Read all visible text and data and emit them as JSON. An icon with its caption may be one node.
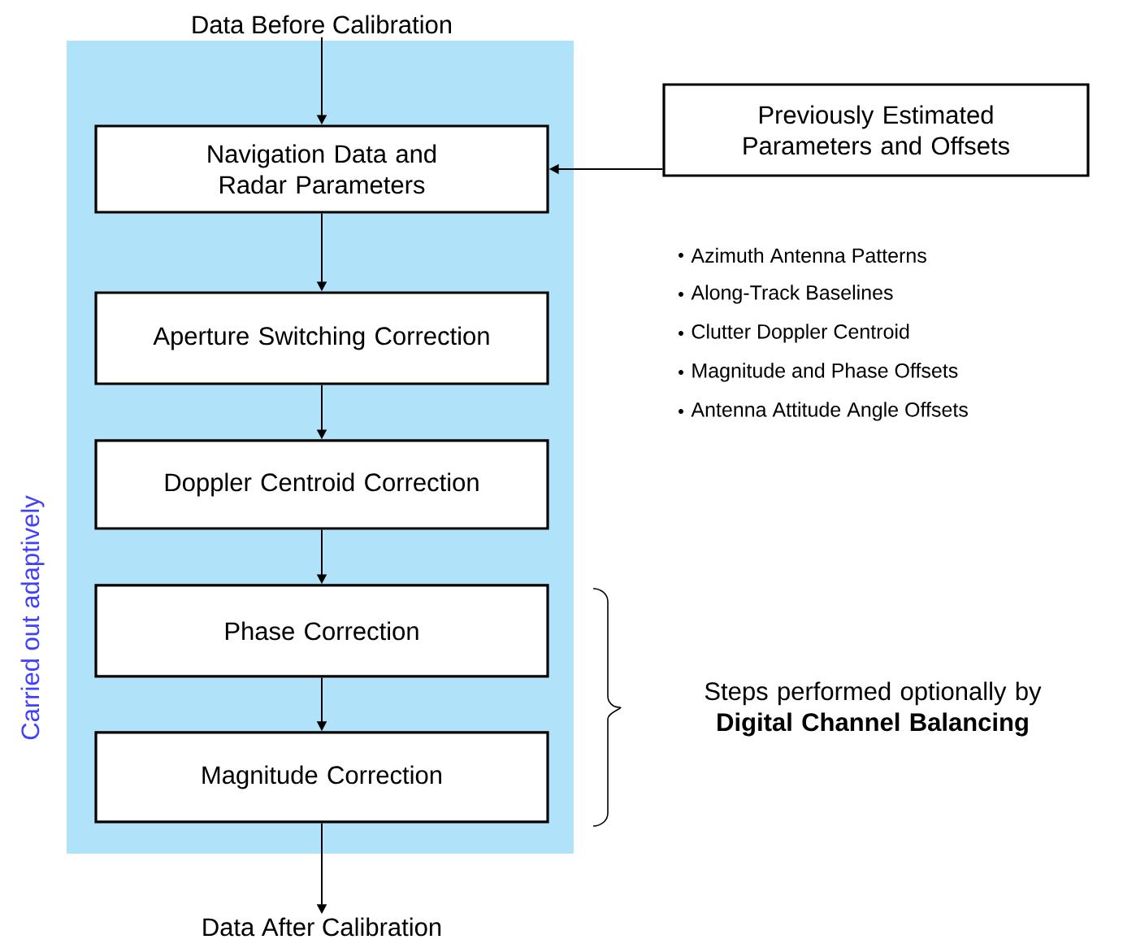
{
  "diagram": {
    "nodes": [
      {
        "text": [
          "Data Before Calibration"
        ]
      },
      {
        "text": [
          "Carried out adaptively"
        ]
      },
      {
        "text": [
          "Navigation Data and Radar Parameters"
        ],
        "in": 1
      },
      {
        "text": [
          "Aperture Switching Correction"
        ],
        "in": 1
      },
      {
        "text": [
          "Doppler Centroid Correction"
        ],
        "in": 1
      },
      {
        "text": [
          "Phase Correction"
        ],
        "in": 1
      },
      {
        "text": [
          "Magnitude Correction"
        ],
        "in": 1
      },
      {
        "text": [
          "Previously Estimated Parameters and Offsets"
        ],
        "beside": [
          "Azimuth Antenna Patterns",
          "Along-Track Baselines",
          "Clutter Doppler Centroid",
          "Magnitude and Phase Offsets",
          "Antenna Attitude Angle Offsets"
        ]
      },
      {
        "text": [
          "Data After Calibration"
        ]
      }
    ],
    "edges": [
      {
        "from": 0,
        "to": 2,
        "arrow": "to"
      },
      {
        "from": 2,
        "to": 3,
        "arrow": "to"
      },
      {
        "from": 3,
        "to": 4,
        "arrow": "to"
      },
      {
        "from": 4,
        "to": 5,
        "arrow": "to"
      },
      {
        "from": 5,
        "to": 6,
        "arrow": "to"
      },
      {
        "from": 6,
        "to": 8,
        "arrow": "to"
      },
      {
        "from": 7,
        "to": 2,
        "arrow": "to"
      }
    ],
    "labels": [
      "Steps performed optionally by **Digital Channel Balancing**"
    ]
  }
}
